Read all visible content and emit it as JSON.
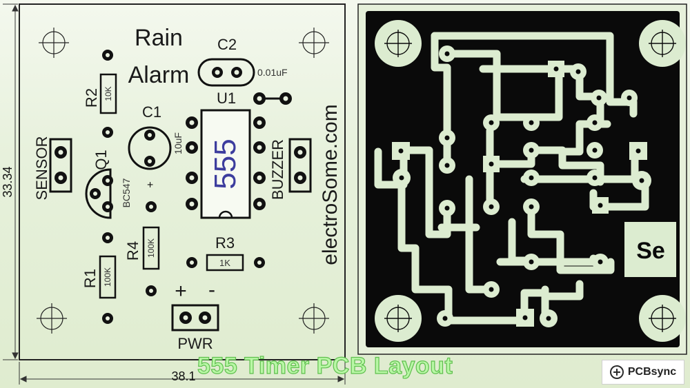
{
  "silkscreen": {
    "title_line1": "Rain",
    "title_line2": "Alarm",
    "c2_label": "C2",
    "c2_value": "0.01uF",
    "u1_label": "U1",
    "ic_text": "555",
    "c1_label": "C1",
    "c1_value": "10uF",
    "c1_polarity": "+",
    "r2_label": "R2",
    "r2_value": "10K",
    "q1_label": "Q1",
    "q1_part": "BC547",
    "sensor_label": "SENSOR",
    "buzzer_label": "BUZZER",
    "r4_label": "R4",
    "r4_value": "100K",
    "r3_label": "R3",
    "r3_value": "1K",
    "r1_label": "R1",
    "r1_value": "100K",
    "pwr_plus": "+",
    "pwr_minus": "-",
    "pwr_label": "PWR",
    "site": "electroSome.com"
  },
  "dimensions": {
    "width_label": "38.1",
    "height_label": "33.34"
  },
  "copper": {
    "mirror_text": "Se"
  },
  "overlay": {
    "title": "555 Timer PCB Layout"
  },
  "brand": {
    "name": "PCBsync",
    "icon": "pcbsync-logo-icon"
  },
  "colors": {
    "board_green": "#e6f0da",
    "copper_black": "#0a0a0a",
    "trace_light": "#dcecd0",
    "ic_text": "#3d3d9e"
  }
}
